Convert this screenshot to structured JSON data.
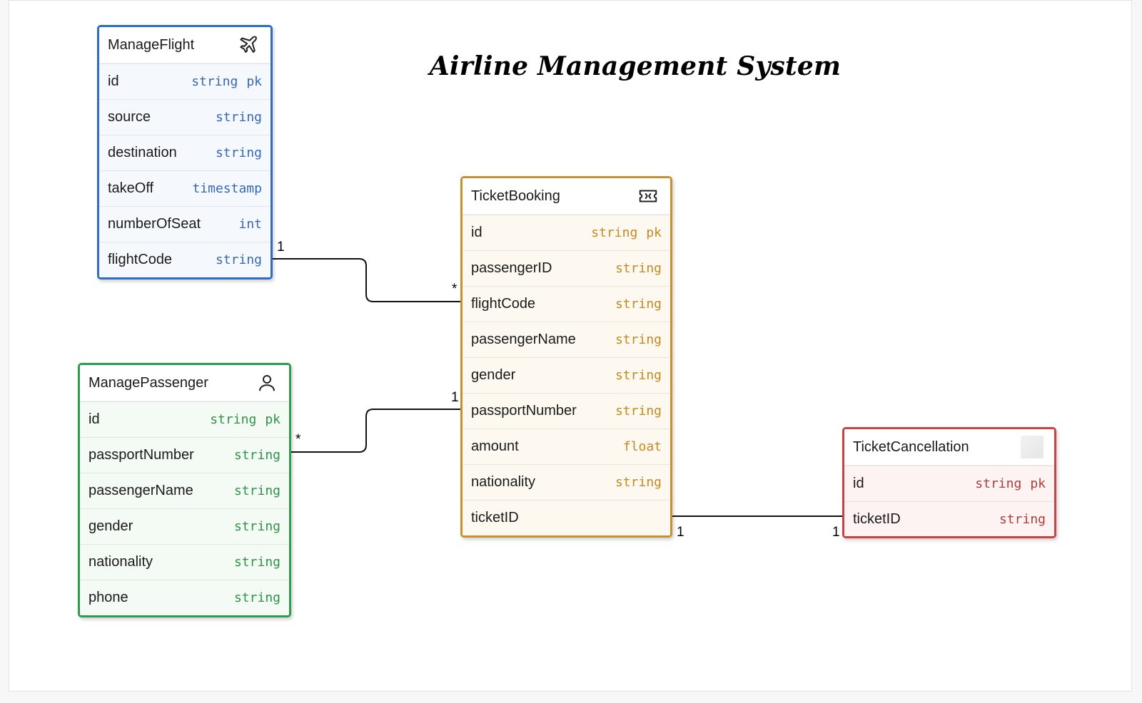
{
  "diagram": {
    "title": "Airline Management System",
    "colors": {
      "blue": "#2f6cc4",
      "green": "#2f9b4f",
      "gold": "#c9912d",
      "red": "#c84343"
    },
    "entities": {
      "manage_flight": {
        "name": "ManageFlight",
        "icon": "airplane-icon",
        "fields": [
          {
            "name": "id",
            "type": "string",
            "key": "pk"
          },
          {
            "name": "source",
            "type": "string",
            "key": ""
          },
          {
            "name": "destination",
            "type": "string",
            "key": ""
          },
          {
            "name": "takeOff",
            "type": "timestamp",
            "key": ""
          },
          {
            "name": "numberOfSeat",
            "type": "int",
            "key": ""
          },
          {
            "name": "flightCode",
            "type": "string",
            "key": ""
          }
        ]
      },
      "manage_passenger": {
        "name": "ManagePassenger",
        "icon": "user-icon",
        "fields": [
          {
            "name": "id",
            "type": "string",
            "key": "pk"
          },
          {
            "name": "passportNumber",
            "type": "string",
            "key": ""
          },
          {
            "name": "passengerName",
            "type": "string",
            "key": ""
          },
          {
            "name": "gender",
            "type": "string",
            "key": ""
          },
          {
            "name": "nationality",
            "type": "string",
            "key": ""
          },
          {
            "name": "phone",
            "type": "string",
            "key": ""
          }
        ]
      },
      "ticket_booking": {
        "name": "TicketBooking",
        "icon": "ticket-icon",
        "fields": [
          {
            "name": "id",
            "type": "string",
            "key": "pk"
          },
          {
            "name": "passengerID",
            "type": "string",
            "key": ""
          },
          {
            "name": "flightCode",
            "type": "string",
            "key": ""
          },
          {
            "name": "passengerName",
            "type": "string",
            "key": ""
          },
          {
            "name": "gender",
            "type": "string",
            "key": ""
          },
          {
            "name": "passportNumber",
            "type": "string",
            "key": ""
          },
          {
            "name": "amount",
            "type": "float",
            "key": ""
          },
          {
            "name": "nationality",
            "type": "string",
            "key": ""
          },
          {
            "name": "ticketID",
            "type": "",
            "key": ""
          }
        ]
      },
      "ticket_cancellation": {
        "name": "TicketCancellation",
        "icon": "blank-icon",
        "fields": [
          {
            "name": "id",
            "type": "string",
            "key": "pk"
          },
          {
            "name": "ticketID",
            "type": "string",
            "key": ""
          }
        ]
      }
    },
    "relationships": [
      {
        "from": "ManageFlight.flightCode",
        "to": "TicketBooking.flightCode",
        "from_card": "1",
        "to_card": "*"
      },
      {
        "from": "ManagePassenger.passportNumber",
        "to": "TicketBooking.passportNumber",
        "from_card": "*",
        "to_card": "1"
      },
      {
        "from": "TicketBooking.ticketID",
        "to": "TicketCancellation.ticketID",
        "from_card": "1",
        "to_card": "1"
      }
    ]
  }
}
